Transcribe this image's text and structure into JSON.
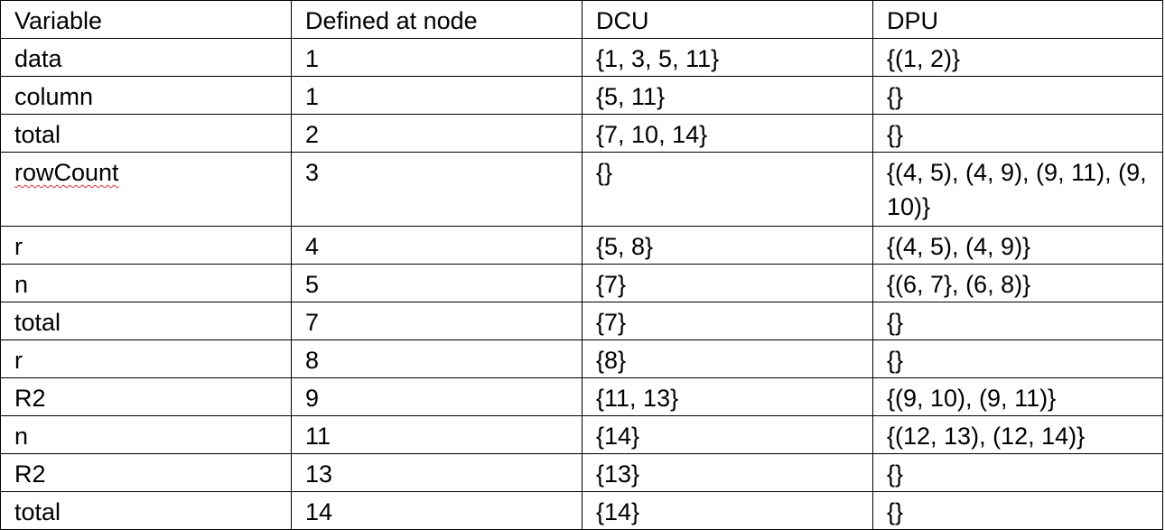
{
  "table": {
    "headers": [
      "Variable",
      "Defined at node",
      "DCU",
      "DPU"
    ],
    "rows": [
      {
        "variable": "data",
        "node": "1",
        "dcu": "{1, 3, 5, 11}",
        "dpu": "{(1, 2)}"
      },
      {
        "variable": "column",
        "node": "1",
        "dcu": "{5, 11}",
        "dpu": "{}"
      },
      {
        "variable": "total",
        "node": "2",
        "dcu": "{7, 10, 14}",
        "dpu": "{}"
      },
      {
        "variable": "rowCount",
        "node": "3",
        "dcu": "{}",
        "dpu": "{(4, 5), (4, 9), (9, 11), (9, 10)}"
      },
      {
        "variable": "r",
        "node": "4",
        "dcu": "{5, 8}",
        "dpu": "{(4, 5), (4, 9)}"
      },
      {
        "variable": "n",
        "node": "5",
        "dcu": "{7}",
        "dpu": "{(6, 7}, (6, 8)}"
      },
      {
        "variable": "total",
        "node": "7",
        "dcu": "{7}",
        "dpu": "{}"
      },
      {
        "variable": "r",
        "node": "8",
        "dcu": "{8}",
        "dpu": "{}"
      },
      {
        "variable": "R2",
        "node": "9",
        "dcu": "{11, 13}",
        "dpu": "{(9, 10), (9, 11)}"
      },
      {
        "variable": "n",
        "node": "11",
        "dcu": "{14}",
        "dpu": "{(12, 13), (12, 14)}"
      },
      {
        "variable": "R2",
        "node": "13",
        "dcu": "{13}",
        "dpu": "{}"
      },
      {
        "variable": "total",
        "node": "14",
        "dcu": "{14}",
        "dpu": "{}"
      }
    ]
  }
}
